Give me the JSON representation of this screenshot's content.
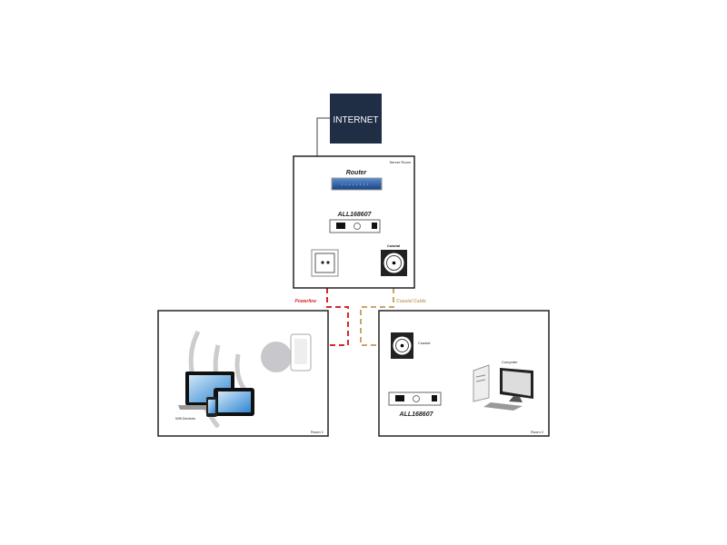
{
  "internet": {
    "label": "INTERNET"
  },
  "server_room": {
    "label": "Server Room",
    "router_label": "Router",
    "adapter_label": "ALL168607",
    "coaxial_label": "Coaxial"
  },
  "links": {
    "powerline": "Powerline",
    "coaxial_cable": "Coaxial Cable"
  },
  "room1": {
    "label": "Room 1",
    "devices_label": "Wifi Devices"
  },
  "room2": {
    "label": "Room 2",
    "coaxial_label": "Coaxial",
    "computer_label": "Computer",
    "adapter_label": "ALL168607"
  },
  "colors": {
    "internet_bg": "#1f2d45",
    "powerline": "#d9262b",
    "coax": "#c9a56b",
    "screen": "#3a8fd6"
  }
}
